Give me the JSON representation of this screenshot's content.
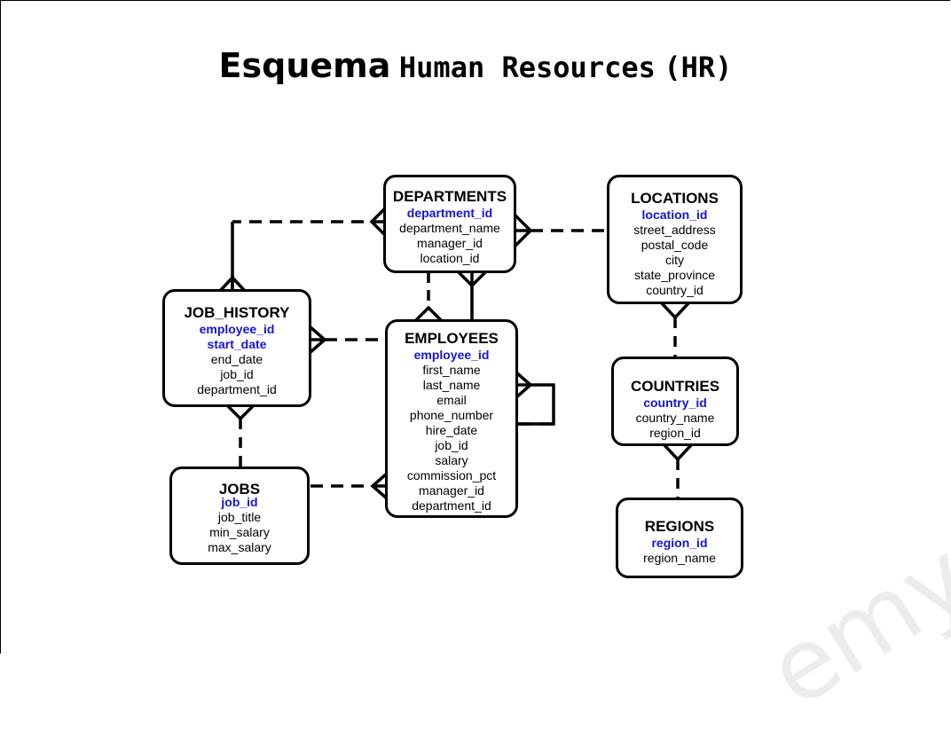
{
  "title": {
    "part1": "Esquema",
    "part2": "Human Resources",
    "part3": "(HR)"
  },
  "watermark": "emy",
  "entities": {
    "departments": {
      "name": "DEPARTMENTS",
      "pk": [
        "department_id"
      ],
      "columns": [
        "department_name",
        "manager_id",
        "location_id"
      ]
    },
    "locations": {
      "name": "LOCATIONS",
      "pk": [
        "location_id"
      ],
      "columns": [
        "street_address",
        "postal_code",
        "city",
        "state_province",
        "country_id"
      ]
    },
    "job_history": {
      "name": "JOB_HISTORY",
      "pk": [
        "employee_id",
        "start_date"
      ],
      "columns": [
        "end_date",
        "job_id",
        "department_id"
      ]
    },
    "employees": {
      "name": "EMPLOYEES",
      "pk": [
        "employee_id"
      ],
      "columns": [
        "first_name",
        "last_name",
        "email",
        "phone_number",
        "hire_date",
        "job_id",
        "salary",
        "commission_pct",
        "manager_id",
        "department_id"
      ]
    },
    "countries": {
      "name": "COUNTRIES",
      "pk": [
        "country_id"
      ],
      "columns": [
        "country_name",
        "region_id"
      ]
    },
    "jobs": {
      "name": "JOBS",
      "pk": [
        "job_id"
      ],
      "columns": [
        "job_title",
        "min_salary",
        "max_salary"
      ]
    },
    "regions": {
      "name": "REGIONS",
      "pk": [
        "region_id"
      ],
      "columns": [
        "region_name"
      ]
    }
  },
  "colors": {
    "primary_key": "#1515d6",
    "line": "#000000"
  }
}
